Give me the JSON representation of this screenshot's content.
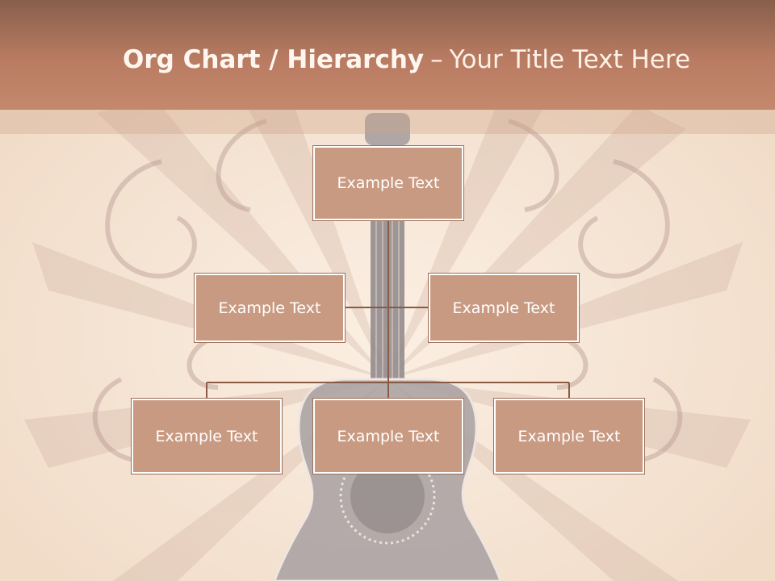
{
  "slide": {
    "title_bold": "Org Chart / Hierarchy",
    "title_dash": "–",
    "title_rest": "Your Title Text Here"
  },
  "org_chart": {
    "top": "Example Text",
    "middle_left": "Example Text",
    "middle_right": "Example Text",
    "bottom_left": "Example Text",
    "bottom_center": "Example Text",
    "bottom_right": "Example Text"
  },
  "colors": {
    "header": "#b97c62",
    "box_fill": "#c99a82",
    "connector": "#8a5a44",
    "background": "#f7e6d6"
  },
  "decoration": [
    "guitar-illustration",
    "swirl-ornaments",
    "sunburst-rays",
    "grunge-texture"
  ]
}
